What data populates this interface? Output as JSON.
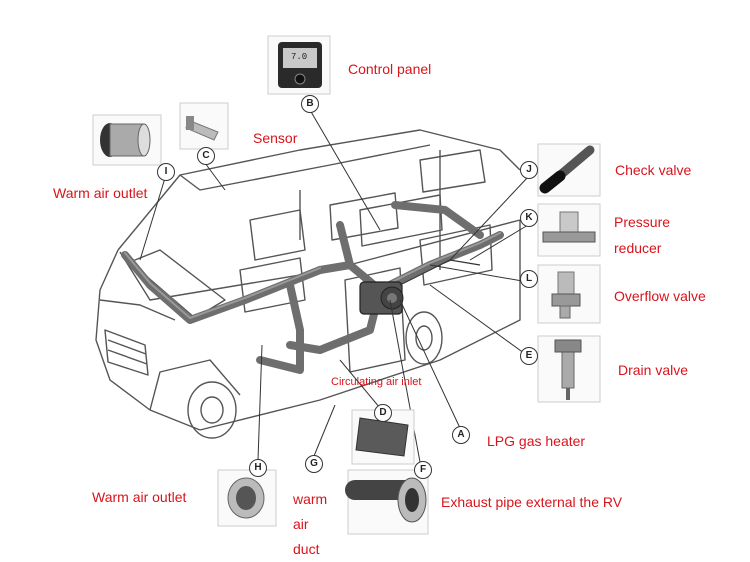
{
  "labels": {
    "control_panel": "Control panel",
    "sensor": "Sensor",
    "warm_air_outlet_top": "Warm air outlet",
    "check_valve": "Check valve",
    "pressure_reducer": "Pressure reducer",
    "overflow_valve": "Overflow valve",
    "drain_valve": "Drain valve",
    "circulating_air_inlet": "Circulating air inlet",
    "lpg_gas_heater": "LPG gas heater",
    "warm_air_outlet_bottom": "Warm air outlet",
    "warm_air_duct": "warm air duct",
    "exhaust_pipe": "Exhaust pipe external the RV"
  },
  "callouts": {
    "A": "A",
    "B": "B",
    "C": "C",
    "D": "D",
    "E": "E",
    "F": "F",
    "G": "G",
    "H": "H",
    "I": "I",
    "J": "J",
    "K": "K",
    "L": "L"
  },
  "control_panel_display": "7.0",
  "colors": {
    "label_red": "#d8141c",
    "line_dark": "#333333",
    "duct_gray": "#6e6e6e"
  }
}
